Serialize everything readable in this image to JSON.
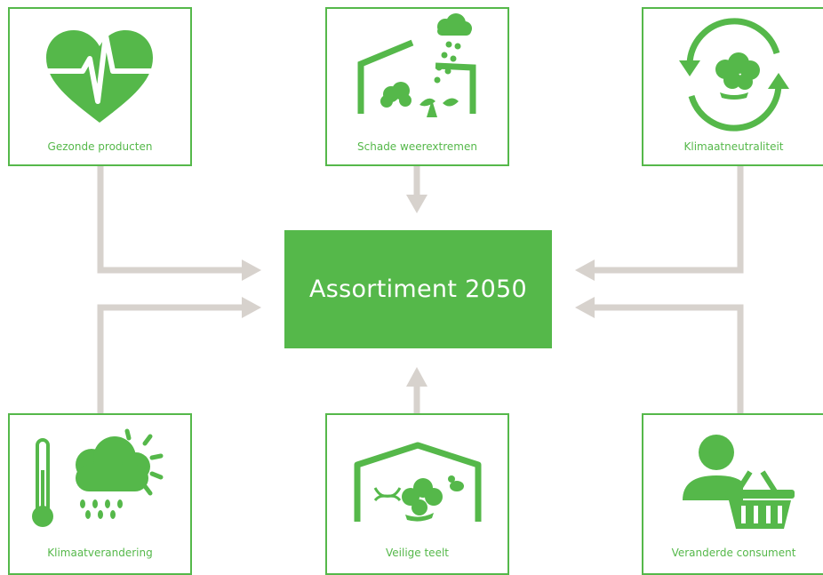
{
  "center": {
    "title": "Assortiment 2050"
  },
  "factors": {
    "top_left": {
      "label": "Gezonde producten",
      "icon": "heart-pulse-icon"
    },
    "top_middle": {
      "label": "Schade weerextremen",
      "icon": "greenhouse-hail-icon"
    },
    "top_right": {
      "label": "Klimaatneutraliteit",
      "icon": "recycle-lettuce-icon"
    },
    "bottom_left": {
      "label": "Klimaatverandering",
      "icon": "thermometer-rain-sun-icon"
    },
    "bottom_middle": {
      "label": "Veilige teelt",
      "icon": "greenhouse-dna-bee-icon"
    },
    "bottom_right": {
      "label": "Veranderde consument",
      "icon": "person-basket-icon"
    }
  },
  "colors": {
    "accent": "#55b84a",
    "connector": "#d7d2cd",
    "background": "#ffffff"
  }
}
